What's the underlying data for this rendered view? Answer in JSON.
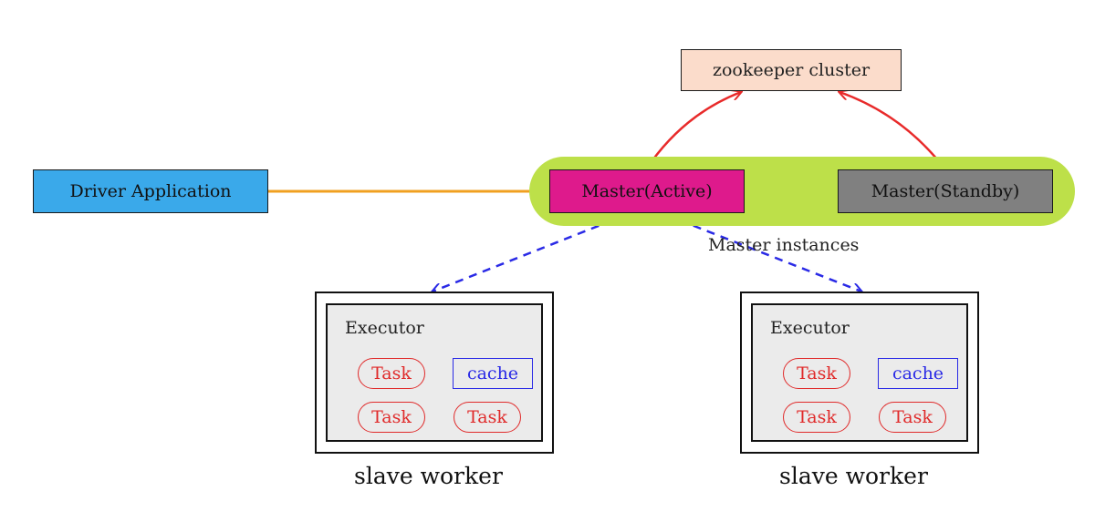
{
  "zookeeper": {
    "label": "zookeeper cluster"
  },
  "driver": {
    "label": "Driver Application"
  },
  "masters": {
    "active_label": "Master(Active)",
    "standby_label": "Master(Standby)",
    "group_caption": "Master instances"
  },
  "workers": [
    {
      "executor_label": "Executor",
      "task_labels": [
        "Task",
        "Task",
        "Task"
      ],
      "cache_label": "cache",
      "caption": "slave worker"
    },
    {
      "executor_label": "Executor",
      "task_labels": [
        "Task",
        "Task",
        "Task"
      ],
      "cache_label": "cache",
      "caption": "slave worker"
    }
  ],
  "colors": {
    "zookeeper_fill": "#fbdccb",
    "driver_fill": "#3aa9ea",
    "master_group_fill": "#bde049",
    "master_active_fill": "#de1a8c",
    "master_standby_fill": "#808080",
    "driver_arrow": "#f0a020",
    "election_arrow": "#e82a2a",
    "dispatch_arrow": "#2a2ae6",
    "task_color": "#e02a2a",
    "cache_color": "#2a2ae6"
  }
}
